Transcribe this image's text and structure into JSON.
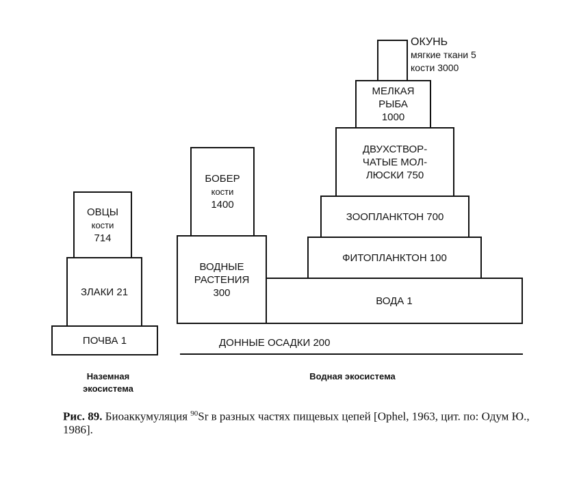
{
  "terrestrial": {
    "title_line1": "Наземная",
    "title_line2": "экосистема",
    "soil": "ПОЧВА 1",
    "grass": "ЗЛАКИ 21",
    "sheep": [
      "ОВЦЫ",
      "кости",
      "714"
    ]
  },
  "aquatic": {
    "title": "Водная экосистема",
    "sediment": "ДОННЫЕ ОСАДКИ 200",
    "plants": [
      "ВОДНЫЕ",
      "РАСТЕНИЯ",
      "300"
    ],
    "beaver": [
      "БОБЕР",
      "кости",
      "1400"
    ],
    "water": "ВОДА 1",
    "phyto": "ФИТОПЛАНКТОН 100",
    "zoo": "ЗООПЛАНКТОН 700",
    "mollusks": [
      "ДВУХСТВОР-",
      "ЧАТЫЕ МОЛ-",
      "ЛЮСКИ 750"
    ],
    "small_fish": [
      "МЕЛКАЯ",
      "РЫБА",
      "1000"
    ],
    "perch": [
      "ОКУНЬ",
      "мягкие ткани 5",
      "кости 3000"
    ]
  },
  "caption": {
    "label": "Рис. 89.",
    "text_before": " Биоаккумуляция ",
    "isotope_mass": "90",
    "text_after": "Sr в разных частях пищевых цепей [Ophel, 1963, цит. по: Одум Ю., 1986]."
  }
}
